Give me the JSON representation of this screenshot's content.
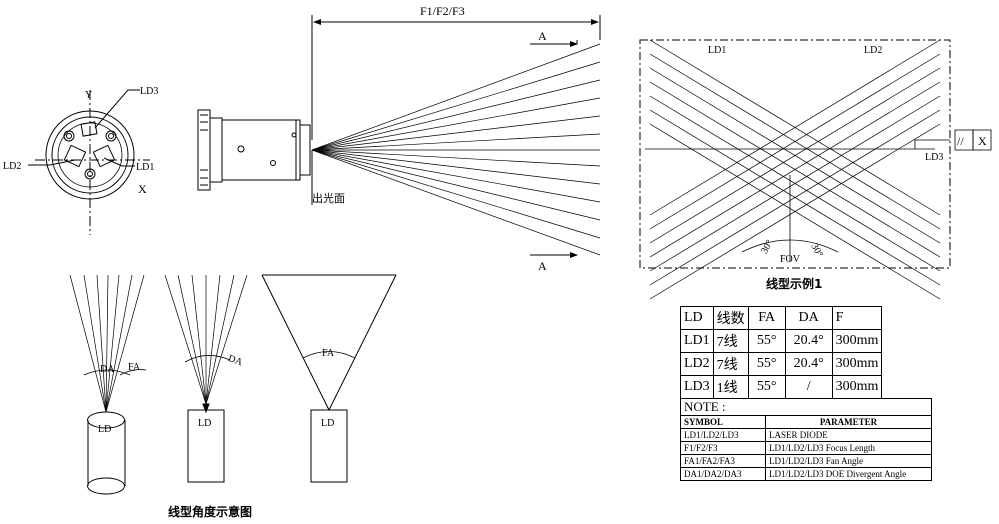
{
  "labels": {
    "ld1": "LD1",
    "ld2": "LD2",
    "ld3": "LD3",
    "x": "X",
    "y": "Y",
    "focus": "F1/F2/F3",
    "section_a": "A",
    "exit_face": "出光面",
    "fov_ld1": "LD1",
    "fov_ld2": "LD2",
    "fov_ld3": "LD3",
    "fov": "FOV",
    "angle_left": "30°",
    "angle_right": "30°",
    "parallel_symbol": "//",
    "parallel_axis": "X",
    "ld": "LD",
    "da": "DA",
    "fa": "FA",
    "fig_line_type": "线型示例1",
    "fig_angle": "线型角度示意图"
  },
  "param_table": {
    "header": [
      "LD",
      "线数",
      "FA",
      "DA",
      "F"
    ],
    "rows": [
      [
        "LD1",
        "7线",
        "55°",
        "20.4°",
        "300mm"
      ],
      [
        "LD2",
        "7线",
        "55°",
        "20.4°",
        "300mm"
      ],
      [
        "LD3",
        "1线",
        "55°",
        "/",
        "300mm"
      ]
    ]
  },
  "note_table": {
    "title": "NOTE :",
    "header": [
      "SYMBOL",
      "PARAMETER"
    ],
    "rows": [
      [
        "LD1/LD2/LD3",
        "LASER DIODE"
      ],
      [
        "F1/F2/F3",
        "LD1/LD2/LD3 Focus Length"
      ],
      [
        "FA1/FA2/FA3",
        "LD1/LD2/LD3 Fan Angle"
      ],
      [
        "DA1/DA2/DA3",
        "LD1/LD2/LD3 DOE Divergent Angle"
      ]
    ]
  }
}
